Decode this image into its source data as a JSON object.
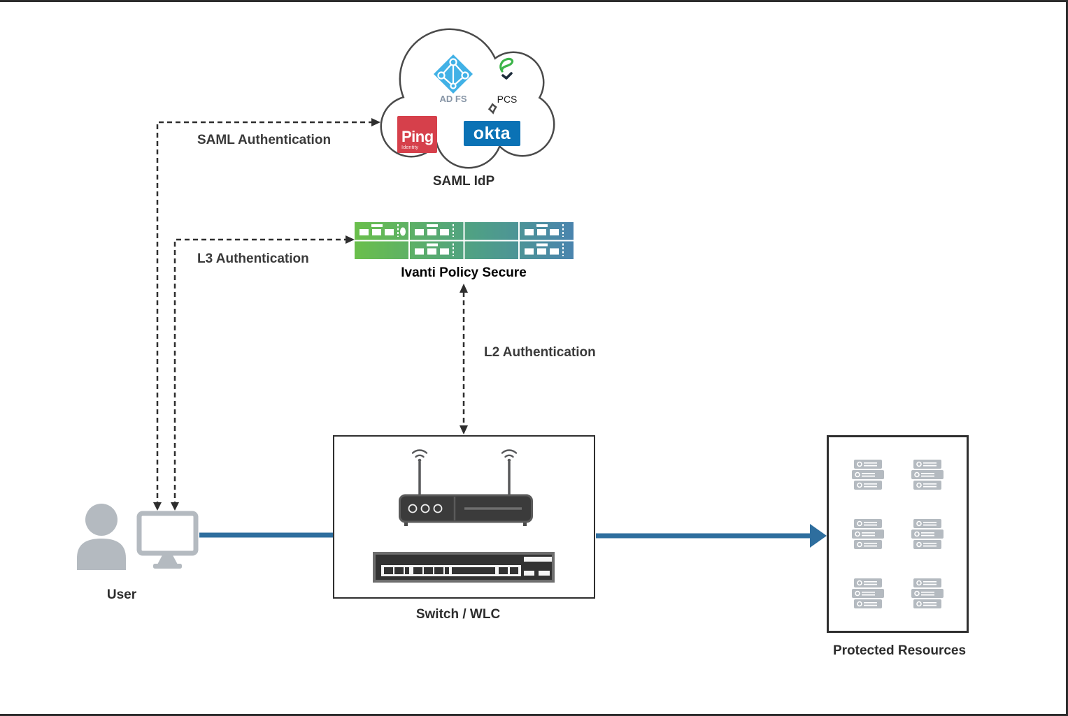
{
  "edges": {
    "saml": {
      "label": "SAML Authentication"
    },
    "l3": {
      "label": "L3 Authentication"
    },
    "l2": {
      "label": "L2 Authentication"
    }
  },
  "nodes": {
    "saml_idp": {
      "label": "SAML IdP",
      "providers": {
        "adfs": {
          "label": "AD FS"
        },
        "pcs": {
          "label": "PCS"
        },
        "ping": {
          "label": "Ping",
          "sublabel": "Identity"
        },
        "okta": {
          "label": "okta"
        }
      }
    },
    "ips": {
      "label": "Ivanti Policy Secure"
    },
    "switch_wlc": {
      "label": "Switch / WLC"
    },
    "user": {
      "label": "User"
    },
    "protected_resources": {
      "label": "Protected Resources"
    }
  },
  "colors": {
    "flow_arrow_blue": "#2e6e9e",
    "dashed_line": "#2e2e2e",
    "adfs_blue": "#41b1e6",
    "pcs_green": "#3db54a",
    "ping_red": "#d6404b",
    "okta_blue": "#0b72b5",
    "appliance_green": "#6abf4b",
    "appliance_teal": "#4fa085",
    "appliance_blue": "#4a84ae",
    "icon_gray": "#b4bac0"
  }
}
